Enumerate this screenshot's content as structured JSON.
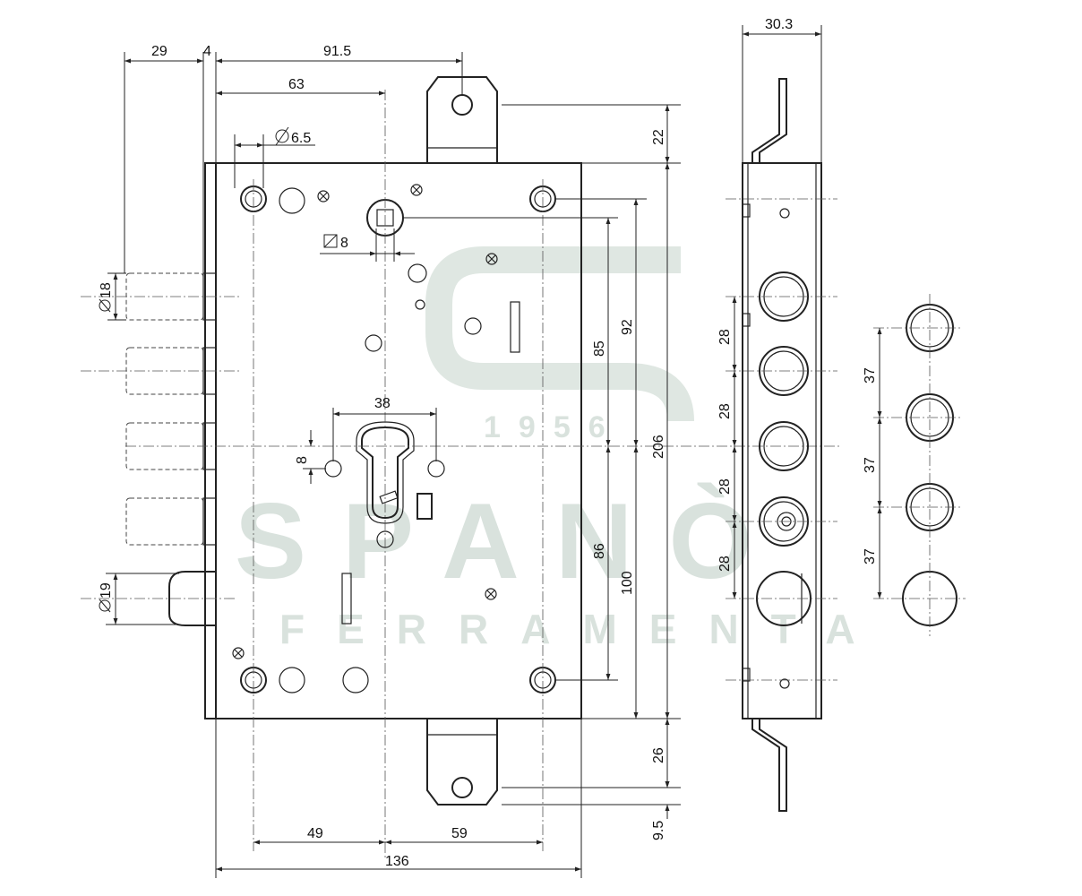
{
  "watermark": {
    "brand": "SPANÒ",
    "sub": "FERRAMENTA",
    "year": "1956",
    "color": "#d9e2dd"
  },
  "dimensions": {
    "w29": "29",
    "w4": "4",
    "w91_5": "91.5",
    "w63": "63",
    "w30_3": "30.3",
    "d6_5": "6.5",
    "d18": "18",
    "d19": "19",
    "sq8": "8",
    "h22": "22",
    "h206": "206",
    "h92": "92",
    "h85": "85",
    "h86": "86",
    "h100": "100",
    "h26": "26",
    "h9_5": "9.5",
    "v8": "8",
    "w38": "38",
    "w49": "49",
    "w59": "59",
    "w136": "136",
    "p28a": "28",
    "p28b": "28",
    "p28c": "28",
    "p28d": "28",
    "p37a": "37",
    "p37b": "37",
    "p37c": "37"
  }
}
